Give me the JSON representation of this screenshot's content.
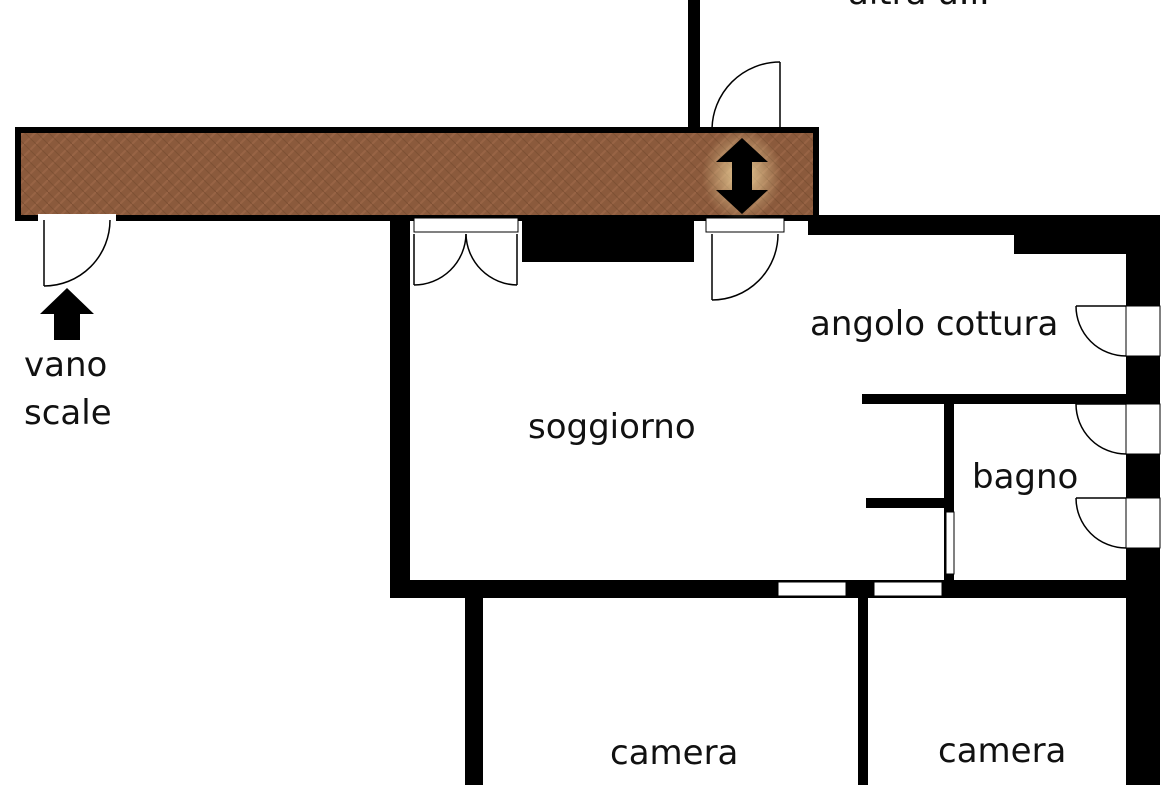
{
  "labels": {
    "top_cut": "altra u.i.",
    "stair_line1": "vano",
    "stair_line2": "scale",
    "living": "soggiorno",
    "kitchen": "angolo cottura",
    "bath": "bagno",
    "bedroom_left": "camera",
    "bedroom_right": "camera"
  },
  "colors": {
    "wall": "#000000",
    "corridor_fill": "#8b5a3c",
    "corridor_fill_dark": "#7a4c30",
    "opening": "#ffffff"
  },
  "icons": {
    "entrance_arrow": "arrow-up-icon",
    "vertical_access": "double-arrow-vertical-icon"
  }
}
